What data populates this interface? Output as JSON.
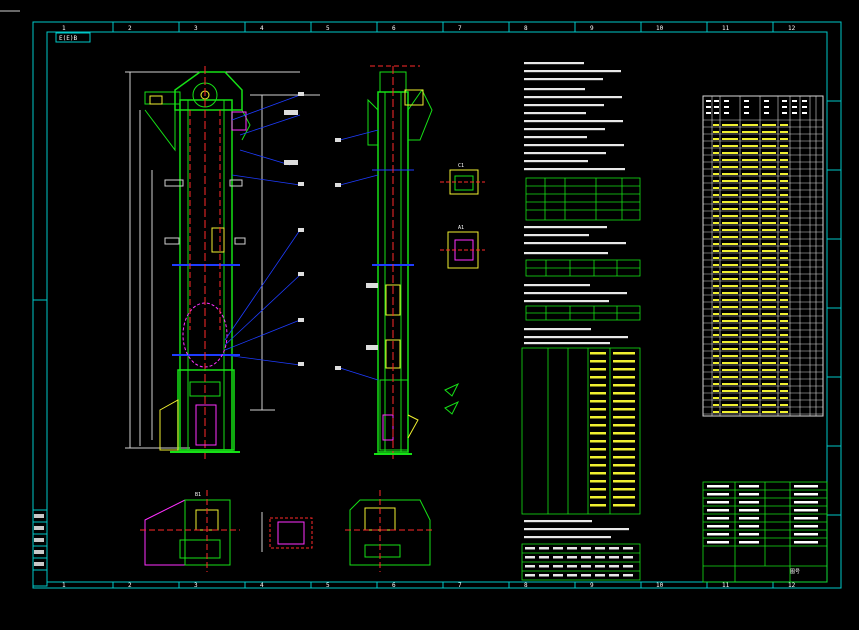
{
  "colors": {
    "background": "#000000",
    "border": "#00c8c8",
    "outline": "#16e016",
    "table_text": "#f0f030",
    "leader": "#1e3cff",
    "centerline": "#ff2a2a",
    "chain": "#ff30ff",
    "dimension": "#d0d0d0"
  },
  "sheet": {
    "top_left_stamp": "E(E)B",
    "grid_numbers": [
      "1",
      "2",
      "3",
      "4",
      "5",
      "6",
      "7",
      "8",
      "9",
      "10",
      "11",
      "12"
    ]
  },
  "section_labels": [
    "C1",
    "A1",
    "B1"
  ],
  "title_block": {
    "stamp": "图号"
  }
}
